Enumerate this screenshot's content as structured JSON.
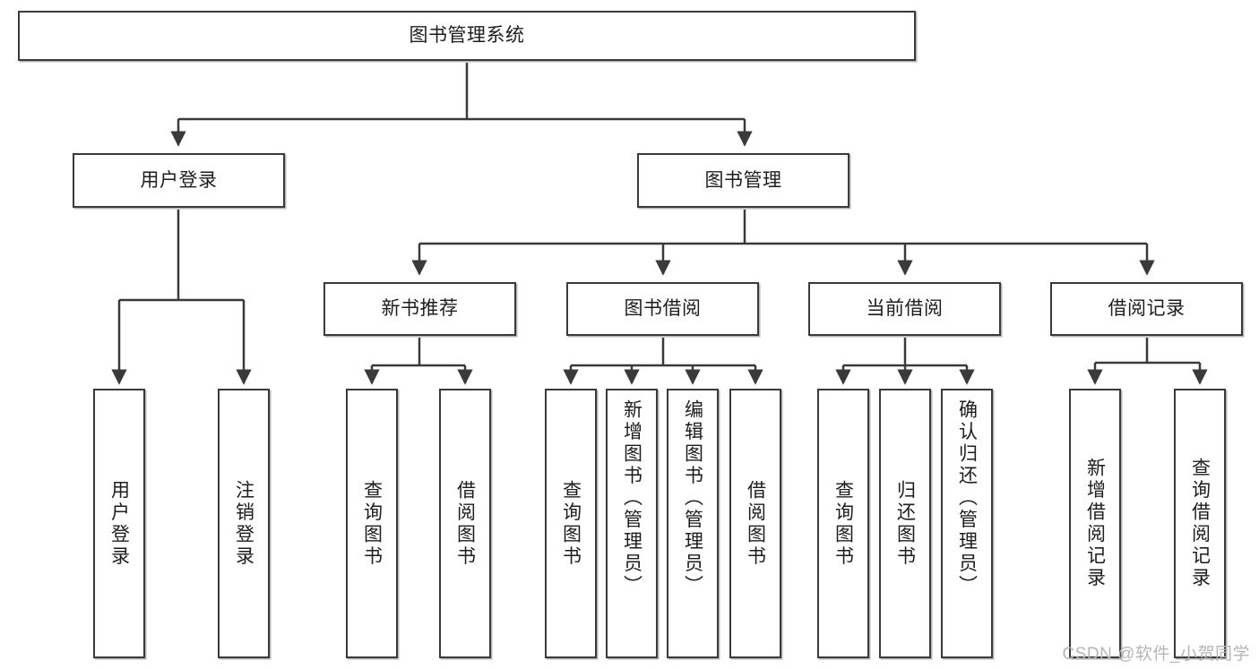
{
  "diagram": {
    "title": "图书管理系统",
    "watermark": "CSDN @软件_小贺同学",
    "type": "tree-hierarchy",
    "colors": {
      "stroke": "#3a3a3a",
      "fill": "#ffffff",
      "text": "#1d1d1d",
      "watermark": "#b6b6b6"
    },
    "levels": {
      "level1": {
        "label": "图书管理系统"
      },
      "level2": [
        {
          "id": "user-login",
          "label": "用户登录"
        },
        {
          "id": "book-management",
          "label": "图书管理"
        }
      ],
      "level3": [
        {
          "id": "new-book-recommend",
          "label": "新书推荐",
          "parent": "book-management"
        },
        {
          "id": "book-borrow",
          "label": "图书借阅",
          "parent": "book-management"
        },
        {
          "id": "current-borrow",
          "label": "当前借阅",
          "parent": "book-management"
        },
        {
          "id": "borrow-record",
          "label": "借阅记录",
          "parent": "book-management"
        }
      ],
      "leaves": {
        "user-login": [
          {
            "id": "leaf-user-login",
            "label": "用户登录"
          },
          {
            "id": "leaf-user-logout",
            "label": "注销登录"
          }
        ],
        "new-book-recommend": [
          {
            "id": "leaf-query-book-1",
            "label": "查询图书"
          },
          {
            "id": "leaf-borrow-book-1",
            "label": "借阅图书"
          }
        ],
        "book-borrow": [
          {
            "id": "leaf-query-book-2",
            "label": "查询图书"
          },
          {
            "id": "leaf-add-book",
            "label": "新增图书（管理员）"
          },
          {
            "id": "leaf-edit-book",
            "label": "编辑图书（管理员）"
          },
          {
            "id": "leaf-borrow-book-2",
            "label": "借阅图书"
          }
        ],
        "current-borrow": [
          {
            "id": "leaf-query-book-3",
            "label": "查询图书"
          },
          {
            "id": "leaf-return-book",
            "label": "归还图书"
          },
          {
            "id": "leaf-confirm-return",
            "label": "确认归还（管理员）"
          }
        ],
        "borrow-record": [
          {
            "id": "leaf-add-record",
            "label": "新增借阅记录"
          },
          {
            "id": "leaf-query-record",
            "label": "查询借阅记录"
          }
        ]
      }
    }
  }
}
